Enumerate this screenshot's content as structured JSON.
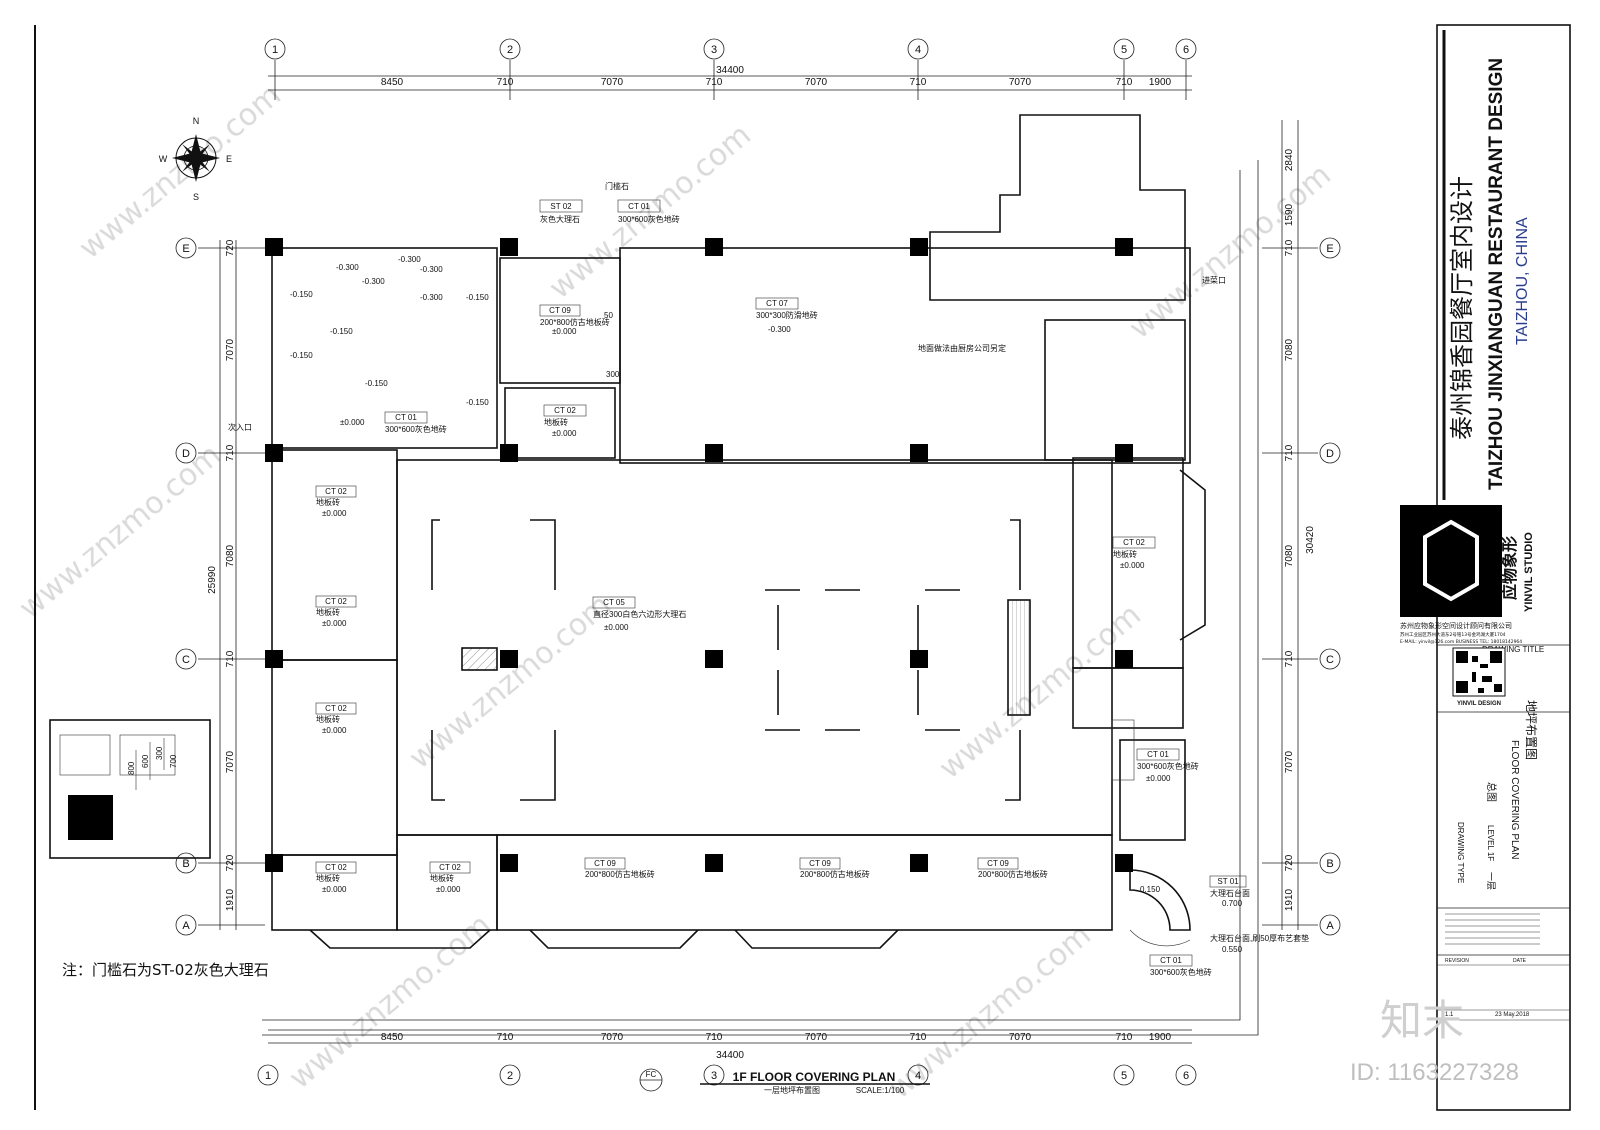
{
  "drawing": {
    "title_en": "1F FLOOR COVERING PLAN",
    "title_cn": "一层地坪布置图",
    "scale": "SCALE:1/100",
    "section_tag": "FC",
    "note": "注：门槛石为ST-02灰色大理石"
  },
  "axes": {
    "columns": [
      "1",
      "2",
      "3",
      "4",
      "5",
      "6"
    ],
    "rows": [
      "E",
      "D",
      "C",
      "B",
      "A"
    ]
  },
  "dimensions": {
    "top_segments": [
      "8450",
      "710",
      "7070",
      "710",
      "7070",
      "710",
      "7070",
      "710",
      "1900"
    ],
    "top_total": "34400",
    "bottom_segments": [
      "8450",
      "710",
      "7070",
      "710",
      "7070",
      "710",
      "7070",
      "710",
      "1900"
    ],
    "bottom_total": "34400",
    "left_segments": [
      "720",
      "7070",
      "710",
      "7080",
      "710",
      "7070",
      "720",
      "1910"
    ],
    "left_total": "25990",
    "right_segments": [
      "2840",
      "1590",
      "710",
      "7080",
      "710",
      "7080",
      "710",
      "7070",
      "720",
      "1910"
    ],
    "right_total": "30420"
  },
  "labels": {
    "entrance_side": "次入口",
    "entrance_service": "进菜口",
    "compass_n": "N",
    "compass_s": "S",
    "compass_e": "E",
    "compass_w": "W",
    "door_stone_label": "门槛石",
    "kitchen_note": "地面做法由厨房公司另定",
    "st02": "ST 02",
    "st02_desc": "灰色大理石",
    "ct01": "CT 01",
    "ct01_desc": "300*600灰色地砖",
    "ct02": "CT 02",
    "ct02_desc": "地板砖",
    "ct05": "CT 05",
    "ct05_desc": "直径300白色六边形大理石",
    "ct07": "CT 07",
    "ct07_desc": "300*300防滑地砖",
    "ct09": "CT 09",
    "ct09_desc": "200*800仿古地板砖",
    "st01": "ST 01",
    "st01_desc": "大理石台面",
    "st01_desc2": "大理石台面,刷50厚布艺套垫",
    "lvl_0000": "±0.000",
    "lvl_0300": "-0.300",
    "lvl_0150": "-0.150",
    "lvl_0700": "0.700",
    "lvl_0550": "0.550",
    "lvl_300": "300",
    "lvl_50": "50",
    "lvl_0150p": "0.150",
    "detail_800": "800",
    "detail_600": "600",
    "detail_300": "300",
    "detail_700": "700"
  },
  "title_block": {
    "project_cn": "泰州锦香园餐厅室内设计",
    "project_en": "TAIZHOU JINXIANGUAN RESTAURANT DESIGN",
    "location": "TAIZHOU, CHINA",
    "studio_cn": "应物象形",
    "studio_en": "YINVIL STUDIO",
    "company": "苏州应物象形空间设计顾问有限公司",
    "address": "苏州工业园区苏州大道东2号铭13号金鸡湖大厦1704",
    "contact": "E-MAIL: yinvil@126.com  BUSINESS TEL: 18018142964",
    "qr_caption": "YINVIL DESIGN",
    "drawing_title_label": "DRAWING TITLE",
    "drawing_title_cn": "地坪布置图",
    "drawing_title_en": "FLOOR COVERING PLAN",
    "drawing_type_label": "DRAWING TYPE",
    "drawing_type_cn": "总图",
    "level_label": "LEVEL 1F",
    "level_cn": "一层",
    "revision": "REVISION",
    "date_label": "DATE",
    "date": "23 May.2018",
    "sheet_no": "1.1"
  },
  "watermark": {
    "brand": "知末",
    "id": "ID: 1163227328",
    "site": "www.znzmo.com"
  }
}
